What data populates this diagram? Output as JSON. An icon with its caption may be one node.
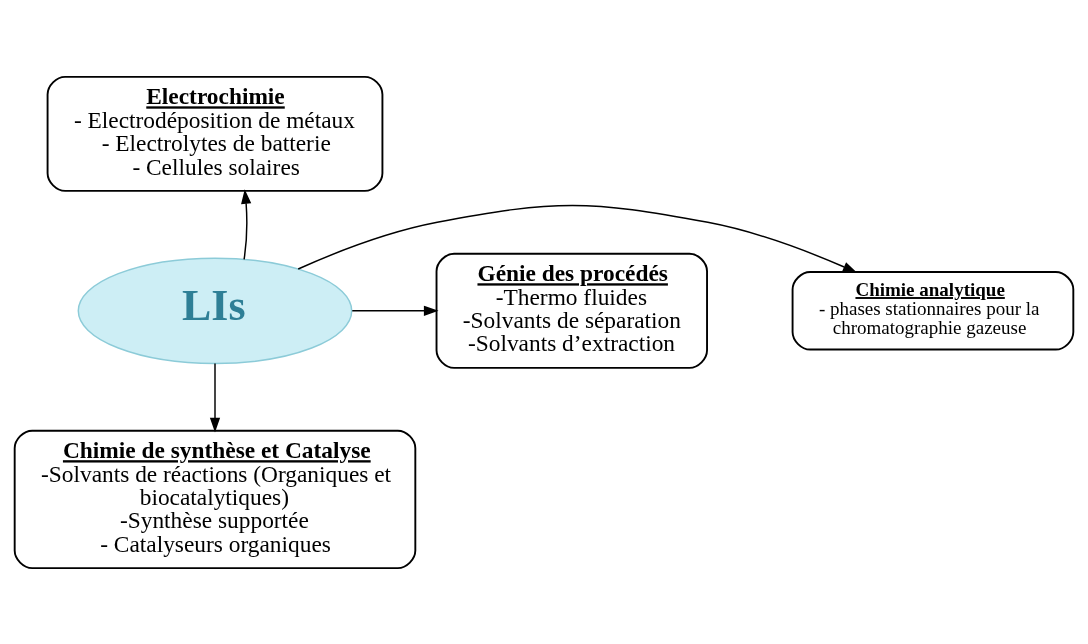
{
  "diagram": {
    "nodes": [
      {
        "text": [
          "LIs"
        ]
      },
      {
        "text": [
          "Electrochimie",
          "- Electrodéposition de métaux",
          "- Electrolytes de batterie",
          "- Cellules solaires"
        ]
      },
      {
        "text": [
          "Chimie analytique",
          "- phases stationnaires pour la chromatographie gazeuse"
        ]
      },
      {
        "text": [
          "Génie des procédés",
          "-Thermo fluides",
          "-Solvants de séparation",
          "-Solvants d’extraction"
        ]
      },
      {
        "text": [
          "Chimie de synthèse et Catalyse",
          "-Solvants de réactions (Organiques et biocatalytiques)",
          "-Synthèse supportée",
          "- Catalyseurs organiques"
        ]
      }
    ],
    "edges": [
      {
        "from": 0,
        "to": 1,
        "arrow": "to"
      },
      {
        "from": 0,
        "to": 2,
        "arrow": "to"
      },
      {
        "from": 0,
        "to": 3,
        "arrow": "to"
      },
      {
        "from": 0,
        "to": 4,
        "arrow": "to"
      }
    ]
  }
}
